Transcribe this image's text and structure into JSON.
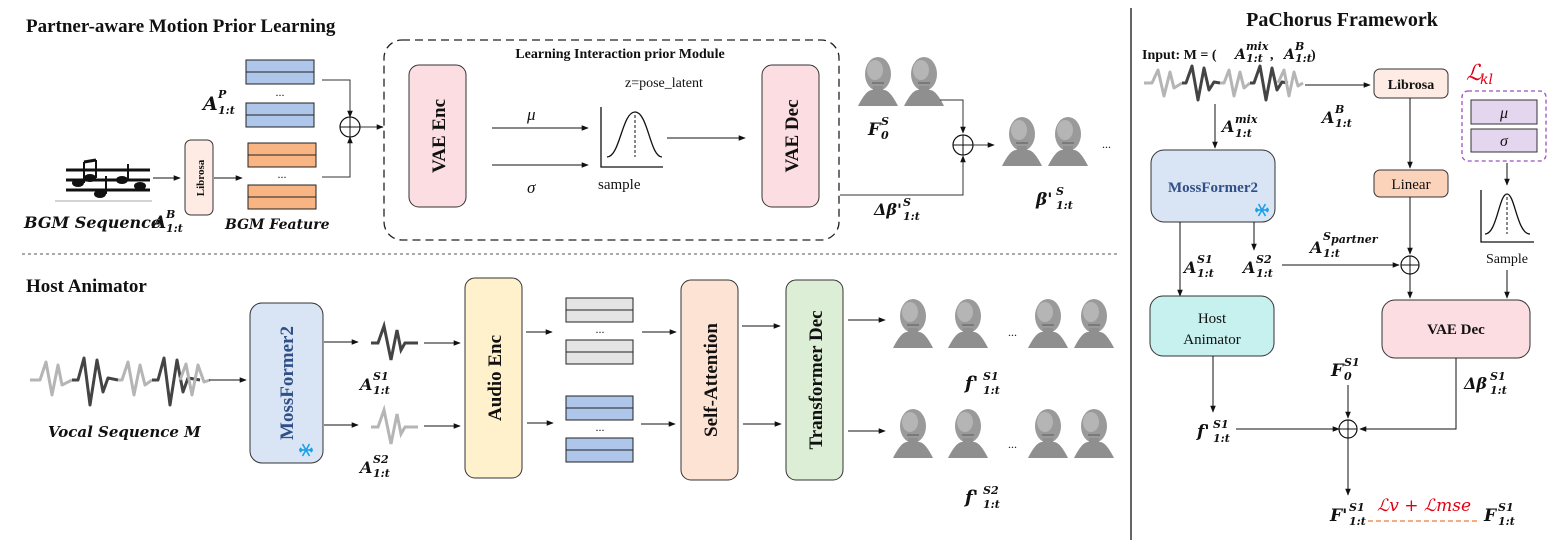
{
  "sections": {
    "top_title": "Partner-aware Motion Prior Learning",
    "bottom_title": "Host Animator",
    "right_title": "PaChorus Framework"
  },
  "top": {
    "bgm_label": "BGM Sequence",
    "bgm_symbol": "A",
    "bgm_sup": "B",
    "bgm_sub": "1:t",
    "librosa": "Librosa",
    "bgm_feature": "BGM Feature",
    "partner_symbol": "A",
    "partner_sup": "P",
    "partner_sub": "1:t",
    "ellipsis": "...",
    "module_title": "Learning Interaction prior Module",
    "vae_enc": "VAE Enc",
    "vae_dec": "VAE Dec",
    "mu": "μ",
    "sigma": "σ",
    "z_label": "z=pose_latent",
    "sample": "sample",
    "f0_symbol": "F",
    "f0_sup": "S",
    "f0_sub": "0",
    "delta_beta": "Δβ'",
    "delta_sup": "S",
    "delta_sub": "1:t",
    "beta": "β'",
    "beta_sup": "S",
    "beta_sub": "1:t",
    "more": "..."
  },
  "bottom": {
    "vocal_label": "Vocal Sequence  M",
    "mossformer": "MossFormer2",
    "s1_symbol": "A",
    "s1_sup": "S1",
    "s1_sub": "1:t",
    "s2_symbol": "A",
    "s2_sup": "S2",
    "s2_sub": "1:t",
    "audio_enc": "Audio Enc",
    "self_attention": "Self-Attention",
    "transformer_dec": "Transformer Dec",
    "f1_symbol": "f'",
    "f1_sup": "S1",
    "f1_sub": "1:t",
    "f2_symbol": "f'",
    "f2_sup": "S2",
    "f2_sub": "1:t",
    "ellipsis": "..."
  },
  "right": {
    "input_label": "Input:  M = (",
    "input_mix": "A",
    "input_mix_sup": "mix",
    "input_mix_sub": "1:t",
    "input_b": "A",
    "input_b_sup": "B",
    "input_b_sub": "1:t",
    "librosa": "Librosa",
    "linear": "Linear",
    "b_symbol": "A",
    "b_sup": "B",
    "b_sub": "1:t",
    "mix_symbol": "A",
    "mix_sup": "mix",
    "mix_sub": "1:t",
    "mossformer": "MossFormer2",
    "s1_symbol": "A",
    "s1_sup": "S1",
    "s1_sub": "1:t",
    "s2_symbol": "A",
    "s2_sup": "S2",
    "s2_sub": "1:t",
    "partner_symbol": "A",
    "partner_sup": "S",
    "partner_sup_sub": "partner",
    "partner_sub": "1:t",
    "kl_loss": "ℒ",
    "kl_sub": "kl",
    "mu": "μ",
    "sigma": "σ",
    "sample": "Sample",
    "host_animator_line1": "Host",
    "host_animator_line2": "Animator",
    "vae_dec": "VAE Dec",
    "f0_symbol": "F",
    "f0_sup": "S1",
    "f0_sub": "0",
    "delta_symbol": "Δβ",
    "delta_sup": "S1",
    "delta_sub": "1:t",
    "fh_symbol": "f'",
    "fh_sup": "S1",
    "fh_sub": "1:t",
    "fout_symbol": "F'",
    "fout_sup": "S1",
    "fout_sub": "1:t",
    "loss_text": "ℒv + ℒmse",
    "gt_symbol": "F",
    "gt_sup": "S1",
    "gt_sub": "1:t"
  },
  "colors": {
    "vae_pink": "#fbdde2",
    "partner_blue": "#aec6ea",
    "bgm_orange": "#f8b483",
    "librosa_fill": "#fdebe4",
    "moss_blue": "#d9e4f5",
    "audio_enc_yellow": "#fff1cc",
    "self_attn_peach": "#fde3d3",
    "trans_dec_green": "#dcefd6",
    "host_cyan": "#c6f1ee",
    "linear_orange": "#fbd3bb",
    "kl_purple": "#e5d6f0",
    "loss_red": "#e00012",
    "snow_blue": "#1aa0e8",
    "moss_text": "#2f4f86"
  }
}
